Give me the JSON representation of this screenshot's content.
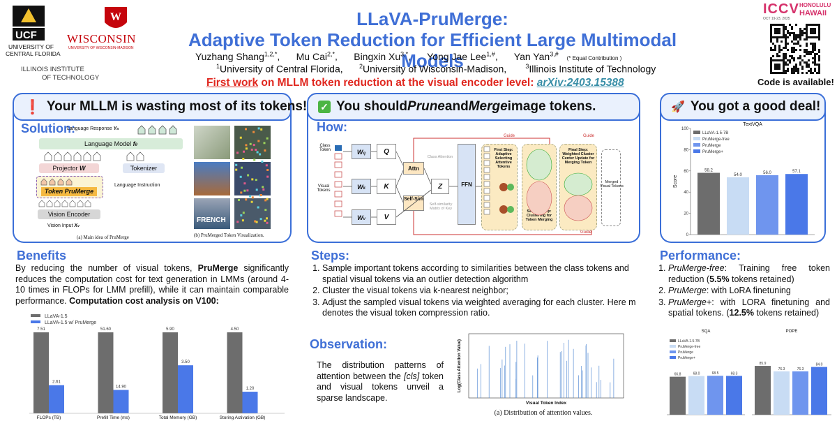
{
  "header": {
    "title_line1": "LLaVA-PruMerge:",
    "title_line2": "Adaptive Token Reduction for Efficient Large Multimodal Models",
    "authors": [
      {
        "name": "Yuzhang Shang",
        "sup": "1,2,*"
      },
      {
        "name": "Mu Cai",
        "sup": "2,*"
      },
      {
        "name": "Bingxin Xu",
        "sup": "3,*"
      },
      {
        "name": "Yong Jae Lee",
        "sup": "1,#"
      },
      {
        "name": "Yan Yan",
        "sup": "3,#"
      }
    ],
    "equal_contribution": "(* Equal Contribution )",
    "affiliations": [
      {
        "sup": "1",
        "name": "University of Central Florida,"
      },
      {
        "sup": "2",
        "name": "University of Wisconsin-Madison,"
      },
      {
        "sup": "3",
        "name": "Illinois Institute of Technology"
      }
    ],
    "tagline_prefix": "First work",
    "tagline_mid": " on MLLM token reduction at the visual encoder level: ",
    "arxiv": "arXiv:2403.15388",
    "code_available": "Code is available!"
  },
  "logos": {
    "ucf_line1": "UCF",
    "ucf_line2": "UNIVERSITY OF",
    "ucf_line3": "CENTRAL FLORIDA",
    "wisc_line1": "WISCONSIN",
    "wisc_line2": "UNIVERSITY OF WISCONSIN-MADISON",
    "iit_line1": "ILLINOIS INSTITUTE",
    "iit_line2": "OF TECHNOLOGY",
    "iccv": "ICCV",
    "iccv_city1": "HONOLULU",
    "iccv_city2": "HAWAII",
    "iccv_dates": "OCT 19-23, 2025"
  },
  "left": {
    "heading": "Your MLLM is wasting most of its tokens!",
    "solution_label": "Solution:",
    "diagram": {
      "lang_response": "Language Response",
      "lang_model": "Language Model",
      "projector": "Projector",
      "tokenizer": "Tokenizer",
      "token_prumerge": "Token PruMerge",
      "lang_instruction": "Language Instruction",
      "vision_encoder": "Vision Encoder",
      "vision_input": "Vision Input",
      "caption_a": "(a)   Main idea of PruMerge",
      "caption_b": "(b) PruMerged Token Visualization.",
      "french": "FRENCH"
    },
    "benefits_label": "Benefits",
    "benefits_pre": "By reducing the number of visual tokens, ",
    "benefits_bold": "PruMerge",
    "benefits_post": " significantly reduces the computation cost for text generation in LMMs (around 4-10 times in FLOPs for LMM prefill), while it can maintain comparable performance. ",
    "benefits_bold2": "Computation cost analysis on V100:"
  },
  "middle": {
    "heading_pre": "You should ",
    "heading_prune": "Prune",
    "heading_and": " and ",
    "heading_merge": "Merge",
    "heading_post": " image tokens.",
    "how_label": "How:",
    "diagram": {
      "class_token": "Class Token",
      "visual_tokens": "Visual Tokens",
      "wq": "W",
      "wk": "W",
      "wv": "W",
      "q": "Q",
      "k": "K",
      "v": "V",
      "attn": "Attn",
      "z": "Z",
      "self_sim": "Self-Sim",
      "ffn": "FFN",
      "class_attention": "Class Attention",
      "self_similarity": "Self-similarity Matrix of Key",
      "guide": "Guide",
      "first_step": "First Step: Adaptive Selecting Attentive Tokens",
      "second_step": "Second Step: Clustering for Token Merging",
      "final_step": "Final Step: Weighted Cluster Center Update for Merging Token",
      "merged": "Merged Visual Tokens"
    },
    "steps_label": "Steps:",
    "steps": [
      "Sample important tokens according to similarities between the class tokens and spatial visual tokens via an outlier detection algorithm",
      "Cluster the visual tokens via k-nearest neighbor;",
      "Adjust the sampled visual tokens via weighted averaging for each cluster. Here m denotes the visual token compression ratio."
    ],
    "observation_label": "Observation:",
    "observation_pre": "The distribution patterns of attention between the ",
    "observation_cls": "[cls]",
    "observation_post": " token and visual tokens unveil a sparse landscape.",
    "attn_caption": "(a) Distribution of attention values.",
    "attn_xlabel": "Visual Token Index",
    "attn_ylabel": "Log(Class Attention Value)"
  },
  "right": {
    "heading": "You got a good deal!",
    "performance_label": "Performance:",
    "perf_items": [
      {
        "name": "PruMerge-free",
        "rest": ": Training free token reduction (",
        "bold": "5.5%",
        "tail": " tokens retained)"
      },
      {
        "name": "PruMerge",
        "rest": ": with LoRA finetuning",
        "bold": "",
        "tail": ""
      },
      {
        "name": "PruMerge+",
        "rest": ": with LORA finetuning and spatial tokens. (",
        "bold": "12.5%",
        "tail": " tokens retained)"
      }
    ]
  },
  "colors": {
    "accent": "#3f6fd6",
    "red": "#e0271f",
    "gray_bar": "#6d6d6d",
    "light_blue": "#c8dcf4",
    "mid_blue": "#6f95ee",
    "blue": "#4a78e8"
  },
  "chart_data": [
    {
      "type": "bar",
      "title": "",
      "legend": [
        "LLaVA-1.5",
        "LLaVA-1.5 w/ PruMerge"
      ],
      "categories": [
        "FLOPs (TB)",
        "Prefill Time (ms)",
        "Total Memory (GB)",
        "Storing Activation (GB)"
      ],
      "series": [
        {
          "name": "LLaVA-1.5",
          "values": [
            7.51,
            51.6,
            5.9,
            4.5
          ],
          "labels": [
            "7.51",
            "51.60",
            "5.90",
            "4.50"
          ]
        },
        {
          "name": "LLaVA-1.5 w/ PruMerge",
          "values": [
            2.61,
            14.9,
            3.5,
            1.2
          ],
          "labels": [
            "2.61",
            "14.90",
            "3.50",
            "1.20"
          ]
        }
      ],
      "legend_position": "top-left"
    },
    {
      "type": "bar",
      "title": "TextVQA",
      "ylabel": "Score",
      "ylim": [
        0,
        100
      ],
      "yticks": [
        "0",
        "20",
        "40",
        "60",
        "80",
        "100"
      ],
      "categories": [
        "LLaVA-1.5-7B",
        "PruMerge-free",
        "PruMerge",
        "PruMerge+"
      ],
      "values": [
        58.2,
        54.0,
        56.0,
        57.1
      ],
      "labels": [
        "58.2",
        "54.0",
        "56.0",
        "57.1"
      ],
      "legend_position": "top-left"
    },
    {
      "type": "bar",
      "title": "SQA",
      "categories": [
        "LLaVA-1.5-7B",
        "PruMerge-free",
        "PruMerge",
        "PruMerge+"
      ],
      "values": [
        66.8,
        68.0,
        68.5,
        68.3
      ],
      "labels": [
        "66.8",
        "68.0",
        "68.5",
        "68.3"
      ]
    },
    {
      "type": "bar",
      "title": "POPE",
      "categories": [
        "LLaVA-1.5-7B",
        "PruMerge-free",
        "PruMerge",
        "PruMerge+"
      ],
      "values": [
        85.9,
        76.3,
        76.3,
        84.0
      ],
      "labels": [
        "85.9",
        "76.3",
        "76.3",
        "84.0"
      ]
    }
  ]
}
